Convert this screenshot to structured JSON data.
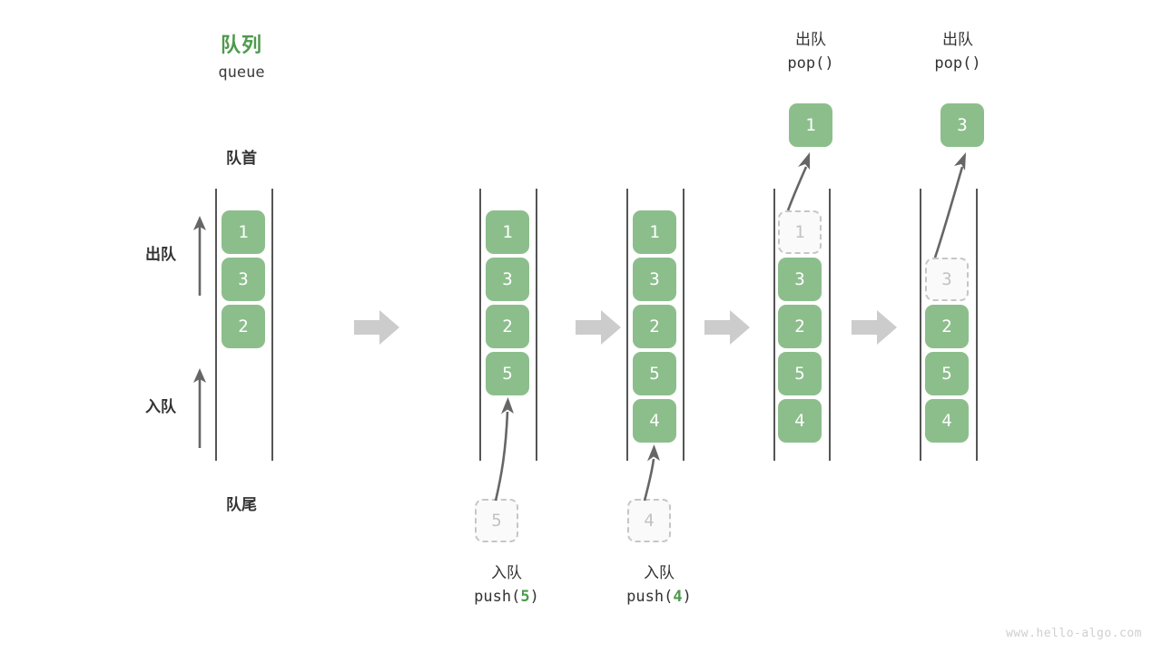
{
  "diagram": {
    "title_cn": "队列",
    "title_en": "queue",
    "front_label": "队首",
    "rear_label": "队尾",
    "dequeue_label": "出队",
    "enqueue_label": "入队",
    "watermark": "www.hello-algo.com",
    "colors": {
      "element_fill": "#8cbe8c",
      "element_text": "#ffffff",
      "accent_green": "#4d9a4d",
      "rail": "#555555",
      "ghost_border": "#c6c6c6",
      "ghost_text": "#c2c2c2",
      "flow_arrow": "#cccccc",
      "motion_arrow": "#666666",
      "text": "#333333",
      "watermark": "#cfcfcf"
    }
  },
  "stages": [
    {
      "name": "initial",
      "op_cn": "",
      "op_en": "",
      "op_arg": "",
      "cells": [
        {
          "value": "1",
          "state": "filled"
        },
        {
          "value": "3",
          "state": "filled"
        },
        {
          "value": "2",
          "state": "filled"
        }
      ],
      "ghost_input": null,
      "popped": null
    },
    {
      "name": "push-5",
      "op_cn": "入队",
      "op_en_prefix": "push(",
      "op_arg": "5",
      "op_en_suffix": ")",
      "cells": [
        {
          "value": "1",
          "state": "filled"
        },
        {
          "value": "3",
          "state": "filled"
        },
        {
          "value": "2",
          "state": "filled"
        },
        {
          "value": "5",
          "state": "filled"
        }
      ],
      "ghost_input": "5",
      "popped": null
    },
    {
      "name": "push-4",
      "op_cn": "入队",
      "op_en_prefix": "push(",
      "op_arg": "4",
      "op_en_suffix": ")",
      "cells": [
        {
          "value": "1",
          "state": "filled"
        },
        {
          "value": "3",
          "state": "filled"
        },
        {
          "value": "2",
          "state": "filled"
        },
        {
          "value": "5",
          "state": "filled"
        },
        {
          "value": "4",
          "state": "filled"
        }
      ],
      "ghost_input": "4",
      "popped": null
    },
    {
      "name": "pop-1",
      "op_cn": "出队",
      "op_en_prefix": "pop(",
      "op_arg": "",
      "op_en_suffix": ")",
      "cells": [
        {
          "value": "1",
          "state": "ghost"
        },
        {
          "value": "3",
          "state": "filled"
        },
        {
          "value": "2",
          "state": "filled"
        },
        {
          "value": "5",
          "state": "filled"
        },
        {
          "value": "4",
          "state": "filled"
        }
      ],
      "ghost_input": null,
      "popped": "1"
    },
    {
      "name": "pop-3",
      "op_cn": "出队",
      "op_en_prefix": "pop(",
      "op_arg": "",
      "op_en_suffix": ")",
      "cells": [
        {
          "value": "",
          "state": "empty"
        },
        {
          "value": "3",
          "state": "ghost"
        },
        {
          "value": "2",
          "state": "filled"
        },
        {
          "value": "5",
          "state": "filled"
        },
        {
          "value": "4",
          "state": "filled"
        }
      ],
      "ghost_input": null,
      "popped": "3"
    }
  ]
}
